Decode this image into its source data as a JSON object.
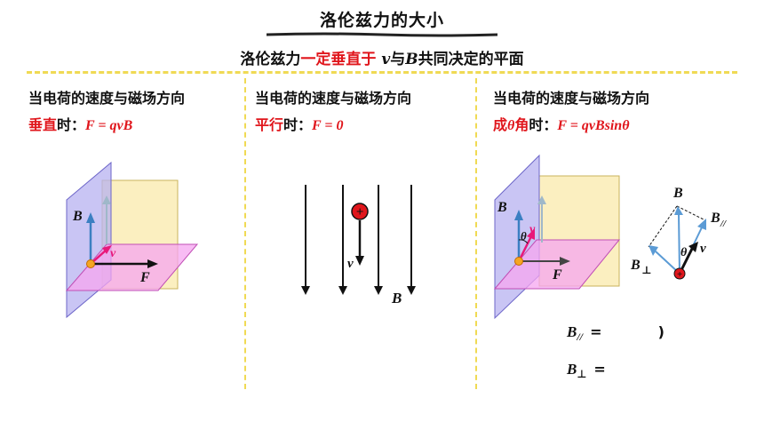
{
  "header": {
    "title": "洛伦兹力的大小",
    "subtitle_prefix": "洛伦兹力",
    "subtitle_highlight": "一定垂直于",
    "subtitle_v": "v",
    "subtitle_mid": "与",
    "subtitle_B": "B",
    "subtitle_suffix": "共同决定的平面"
  },
  "col1": {
    "line1": "当电荷的速度与磁场方向",
    "cond": "垂直",
    "when": "时：",
    "formula": "F = qvB",
    "labels": {
      "B": "B",
      "v": "v",
      "F": "F"
    }
  },
  "col2": {
    "line1": "当电荷的速度与磁场方向",
    "cond": "平行",
    "when": "时：",
    "formula": "F = 0",
    "labels": {
      "v": "v",
      "B": "B",
      "charge": "+"
    }
  },
  "col3": {
    "line1": "当电荷的速度与磁场方向",
    "cond_pre": "成",
    "cond_theta": "θ",
    "cond_post": "角",
    "when": "时：",
    "formula": "F = qvBsinθ",
    "labels": {
      "B": "B",
      "v": "v",
      "F": "F",
      "theta": "θ"
    },
    "decomp_labels": {
      "B": "B",
      "B_par": "B",
      "par_sub": "//",
      "B_perp": "B",
      "perp_sub": "⊥",
      "theta": "θ",
      "v": "v",
      "charge": "+"
    },
    "eq_par_B": "B",
    "eq_par_sub": "//",
    "eq_par_eq": "=",
    "eq_par_tail": ")",
    "eq_perp_B": "B",
    "eq_perp_sub": "⊥",
    "eq_perp_eq": "="
  },
  "colors": {
    "red": "#e0161c",
    "blue": "#3b7fc2",
    "pink": "#e8197a",
    "dash": "#f0da54",
    "plane_purple": "#b7b2f0",
    "plane_yellow": "#fbefc0",
    "plane_pink": "#f6a6f0"
  }
}
